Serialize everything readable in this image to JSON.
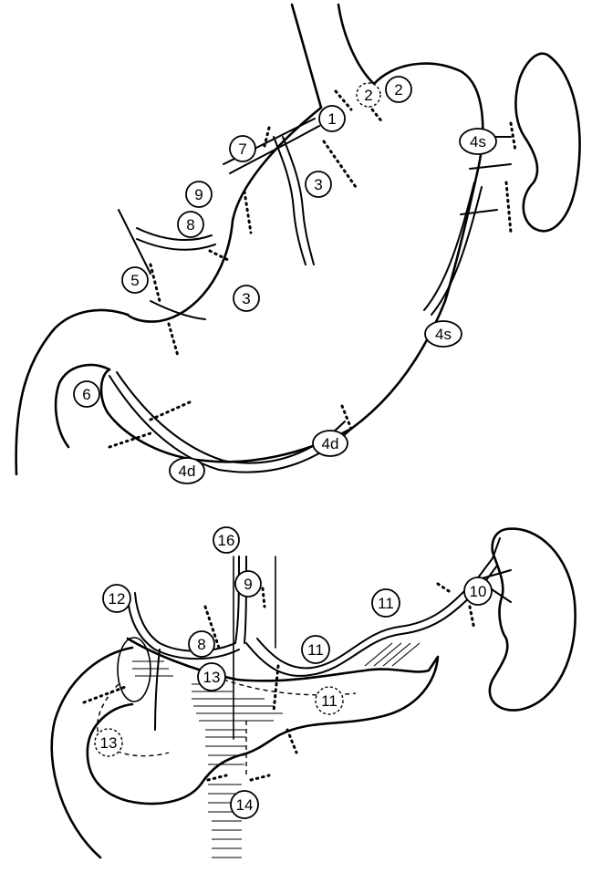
{
  "stomach_view": {
    "labels": [
      {
        "id": "s-1",
        "text": "1"
      },
      {
        "id": "s-2",
        "text": "2"
      },
      {
        "id": "s-2b",
        "text": "2"
      },
      {
        "id": "s-3a",
        "text": "3"
      },
      {
        "id": "s-3b",
        "text": "3"
      },
      {
        "id": "s-4s-a",
        "text": "4s"
      },
      {
        "id": "s-4s-b",
        "text": "4s"
      },
      {
        "id": "s-4d-a",
        "text": "4d"
      },
      {
        "id": "s-4d-b",
        "text": "4d"
      },
      {
        "id": "s-5",
        "text": "5"
      },
      {
        "id": "s-6",
        "text": "6"
      },
      {
        "id": "s-7",
        "text": "7"
      },
      {
        "id": "s-8",
        "text": "8"
      },
      {
        "id": "s-9",
        "text": "9"
      }
    ]
  },
  "pancreas_view": {
    "labels": [
      {
        "id": "p-16",
        "text": "16"
      },
      {
        "id": "p-9",
        "text": "9"
      },
      {
        "id": "p-12",
        "text": "12"
      },
      {
        "id": "p-8",
        "text": "8"
      },
      {
        "id": "p-11a",
        "text": "11"
      },
      {
        "id": "p-11b",
        "text": "11"
      },
      {
        "id": "p-11c",
        "text": "11"
      },
      {
        "id": "p-10",
        "text": "10"
      },
      {
        "id": "p-13a",
        "text": "13"
      },
      {
        "id": "p-13b",
        "text": "13"
      },
      {
        "id": "p-14",
        "text": "14"
      }
    ]
  }
}
